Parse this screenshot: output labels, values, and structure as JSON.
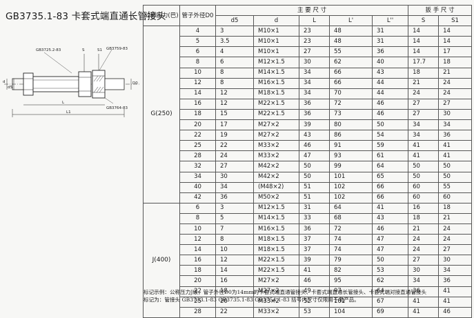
{
  "title": "GB3735.1-83 卡套式端直通长管接头",
  "drawing": {
    "callouts": [
      "S",
      "S1",
      "GB3725.2-83",
      "GB3759-83",
      "GB3764-83",
      "d",
      "d5",
      "D0",
      "L",
      "L1"
    ]
  },
  "table": {
    "header": {
      "grade_col": "公称压力(巴)",
      "d0_col": "管子外径D0",
      "main_group": "主 要 尺 寸",
      "wrench_group": "扳 手 尺 寸",
      "cols": [
        "d5",
        "d",
        "L",
        "L'",
        "L''",
        "S",
        "S1"
      ]
    },
    "groups": [
      {
        "grade": "G(250)",
        "rows": [
          [
            "4",
            "3",
            "M10×1",
            "23",
            "48",
            "31",
            "14",
            "14"
          ],
          [
            "5",
            "3.5",
            "M10×1",
            "23",
            "48",
            "31",
            "14",
            "14"
          ],
          [
            "6",
            "4",
            "M10×1",
            "27",
            "55",
            "36",
            "14",
            "17"
          ],
          [
            "8",
            "6",
            "M12×1.5",
            "30",
            "62",
            "40",
            "17.7",
            "18"
          ],
          [
            "10",
            "8",
            "M14×1.5",
            "34",
            "66",
            "43",
            "18",
            "21"
          ],
          [
            "12",
            "8",
            "M16×1.5",
            "34",
            "66",
            "44",
            "21",
            "24"
          ],
          [
            "14",
            "12",
            "M18×1.5",
            "34",
            "70",
            "44",
            "24",
            "24"
          ],
          [
            "16",
            "12",
            "M22×1.5",
            "36",
            "72",
            "46",
            "27",
            "27"
          ],
          [
            "18",
            "15",
            "M22×1.5",
            "36",
            "73",
            "46",
            "27",
            "30"
          ],
          [
            "20",
            "17",
            "M27×2",
            "39",
            "80",
            "50",
            "34",
            "34"
          ],
          [
            "22",
            "19",
            "M27×2",
            "43",
            "86",
            "54",
            "34",
            "36"
          ],
          [
            "25",
            "22",
            "M33×2",
            "46",
            "91",
            "59",
            "41",
            "41"
          ],
          [
            "28",
            "24",
            "M33×2",
            "47",
            "93",
            "61",
            "41",
            "41"
          ],
          [
            "32",
            "27",
            "M42×2",
            "50",
            "99",
            "64",
            "50",
            "50"
          ],
          [
            "34",
            "30",
            "M42×2",
            "50",
            "101",
            "65",
            "50",
            "50"
          ],
          [
            "40",
            "34",
            "(M48×2)",
            "51",
            "102",
            "66",
            "60",
            "55"
          ],
          [
            "42",
            "36",
            "M50×2",
            "51",
            "102",
            "66",
            "60",
            "60"
          ]
        ]
      },
      {
        "grade": "J(400)",
        "rows": [
          [
            "6",
            "3",
            "M12×1.5",
            "31",
            "64",
            "41",
            "16",
            "18"
          ],
          [
            "8",
            "5",
            "M14×1.5",
            "33",
            "68",
            "43",
            "18",
            "21"
          ],
          [
            "10",
            "7",
            "M16×1.5",
            "36",
            "72",
            "46",
            "21",
            "24"
          ],
          [
            "12",
            "8",
            "M18×1.5",
            "37",
            "74",
            "47",
            "24",
            "24"
          ],
          [
            "14",
            "10",
            "M18×1.5",
            "37",
            "74",
            "47",
            "24",
            "27"
          ],
          [
            "16",
            "12",
            "M22×1.5",
            "39",
            "79",
            "50",
            "27",
            "30"
          ],
          [
            "18",
            "14",
            "M22×1.5",
            "41",
            "82",
            "53",
            "30",
            "34"
          ],
          [
            "20",
            "16",
            "M27×2",
            "46",
            "95",
            "62",
            "34",
            "36"
          ],
          [
            "22",
            "18",
            "M27×2",
            "49",
            "97",
            "64",
            "36",
            "41"
          ],
          [
            "25",
            "20",
            "M33×2",
            "52",
            "101",
            "67",
            "41",
            "41"
          ],
          [
            "28",
            "22",
            "M33×2",
            "53",
            "104",
            "69",
            "41",
            "46"
          ]
        ]
      }
    ]
  },
  "footer": {
    "line1": "标记示例：公称压力J级，管子外径D0为14mm的卡套式端直通管接头、卡套式端直通长管接头、卡套式端对接直通管接头",
    "line2": "标记为：管接头 GB3733.1-83   GB3735.1-83   GB3754.1-83  括号内尺寸仅限用于老产品。"
  }
}
